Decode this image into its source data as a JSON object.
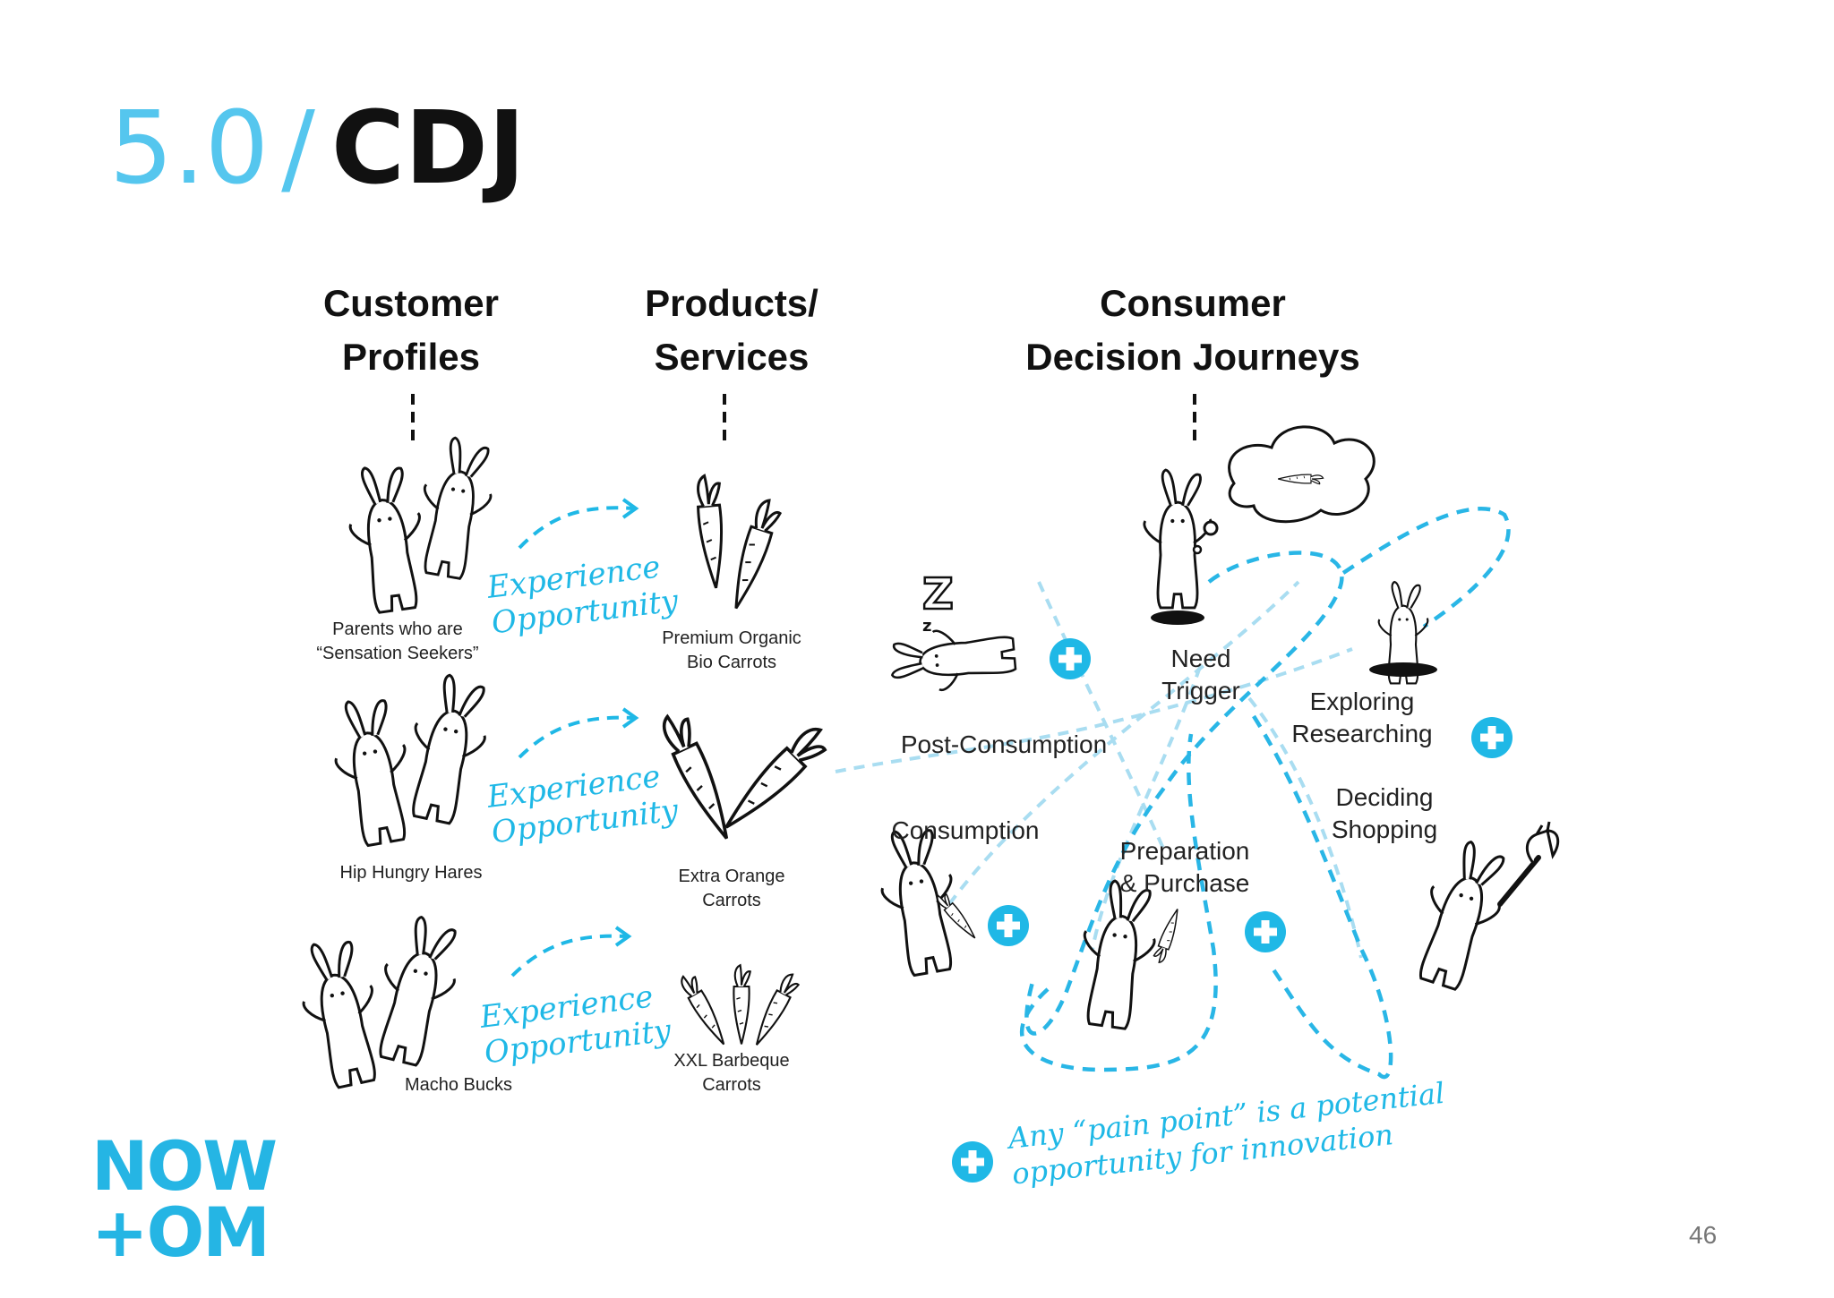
{
  "title": {
    "number": "5.0",
    "slash": "/",
    "word": "CDJ"
  },
  "columns": {
    "profiles": [
      "Customer",
      "Profiles"
    ],
    "products": [
      "Products/",
      "Services"
    ],
    "journeys": [
      "Consumer",
      "Decision Journeys"
    ]
  },
  "profiles": [
    {
      "label": [
        "Parents who are",
        "“Sensation Seekers”"
      ]
    },
    {
      "label": [
        "Hip Hungry Hares"
      ]
    },
    {
      "label": [
        "Macho Bucks"
      ]
    }
  ],
  "products": [
    {
      "label": [
        "Premium Organic",
        "Bio Carrots"
      ]
    },
    {
      "label": [
        "Extra Orange",
        "Carrots"
      ]
    },
    {
      "label": [
        "XXL Barbeque",
        "Carrots"
      ]
    }
  ],
  "experience_label": [
    "Experience",
    "Opportunity"
  ],
  "stages": {
    "need_trigger": [
      "Need",
      "Trigger"
    ],
    "exploring": [
      "Exploring",
      "Researching"
    ],
    "deciding": [
      "Deciding",
      "Shopping"
    ],
    "preparation": [
      "Preparation",
      "& Purchase"
    ],
    "consumption": "Consumption",
    "post_consumption": "Post-Consumption"
  },
  "sleep_letters": [
    "Z",
    "z"
  ],
  "pain_point_note": [
    "Any “pain point” is a potential",
    "opportunity for innovation"
  ],
  "logo": [
    "NOW",
    "+OM"
  ],
  "page_number": "46",
  "colors": {
    "accent": "#55c6ee",
    "handwriting": "#1fb8e6",
    "loop": "#29b6e6",
    "faint_loop": "#a9ddf1",
    "text": "#111111"
  },
  "icons": [
    "rabbit-icon",
    "carrot-icon",
    "thought-bubble-icon",
    "plus-circle-icon",
    "fork-icon"
  ]
}
